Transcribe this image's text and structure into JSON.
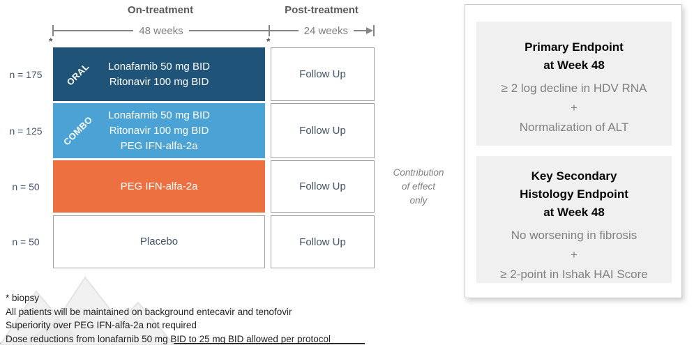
{
  "palette": {
    "navy": "#1f5377",
    "light_blue": "#4aa3d4",
    "orange": "#ed7140",
    "header_gray": "#595959",
    "timeline_gray": "#848484",
    "body_gray": "#7f7f7f",
    "label_slate": "#44546a",
    "endpoint_box_bg": "#f0f0f0"
  },
  "timeline": {
    "on_label": "On-treatment",
    "on_duration": "48 weeks",
    "post_label": "Post-treatment",
    "post_duration": "24 weeks",
    "biopsy_marker": "*"
  },
  "arms": [
    {
      "n": "n = 175",
      "tag": "ORAL",
      "color": "#1f5377",
      "lines": [
        "Lonafarnib 50 mg BID",
        "Ritonavir 100 mg BID"
      ],
      "followup": "Follow Up"
    },
    {
      "n": "n = 125",
      "tag": "COMBO",
      "color": "#4aa3d4",
      "lines": [
        "Lonafarnib 50 mg BID",
        "Ritonavir 100 mg BID",
        "PEG IFN-alfa-2a"
      ],
      "followup": "Follow Up"
    },
    {
      "n": "n = 50",
      "tag": "",
      "color": "#ed7140",
      "lines": [
        "PEG IFN-alfa-2a"
      ],
      "followup": "Follow Up"
    },
    {
      "n": "n = 50",
      "tag": "",
      "color": "#ffffff",
      "lines": [
        "Placebo"
      ],
      "followup": "Follow Up"
    }
  ],
  "contribution_note": {
    "lines": [
      "Contribution",
      "of effect",
      "only"
    ]
  },
  "footnotes": [
    "* biopsy",
    "All patients will be maintained on background entecavir and tenofovir",
    "Superiority over PEG IFN-alfa-2a not required",
    "Dose reductions from lonafarnib 50 mg BID to 25 mg BID allowed per protocol"
  ],
  "endpoints": [
    {
      "title_lines": [
        "Primary Endpoint",
        "at Week 48"
      ],
      "body_lines": [
        "≥ 2 log decline in HDV RNA",
        "+",
        "Normalization of ALT"
      ]
    },
    {
      "title_lines": [
        "Key Secondary",
        "Histology Endpoint",
        "at Week 48"
      ],
      "body_lines": [
        "No worsening in fibrosis",
        "+",
        "≥ 2-point in Ishak HAI Score"
      ]
    }
  ]
}
